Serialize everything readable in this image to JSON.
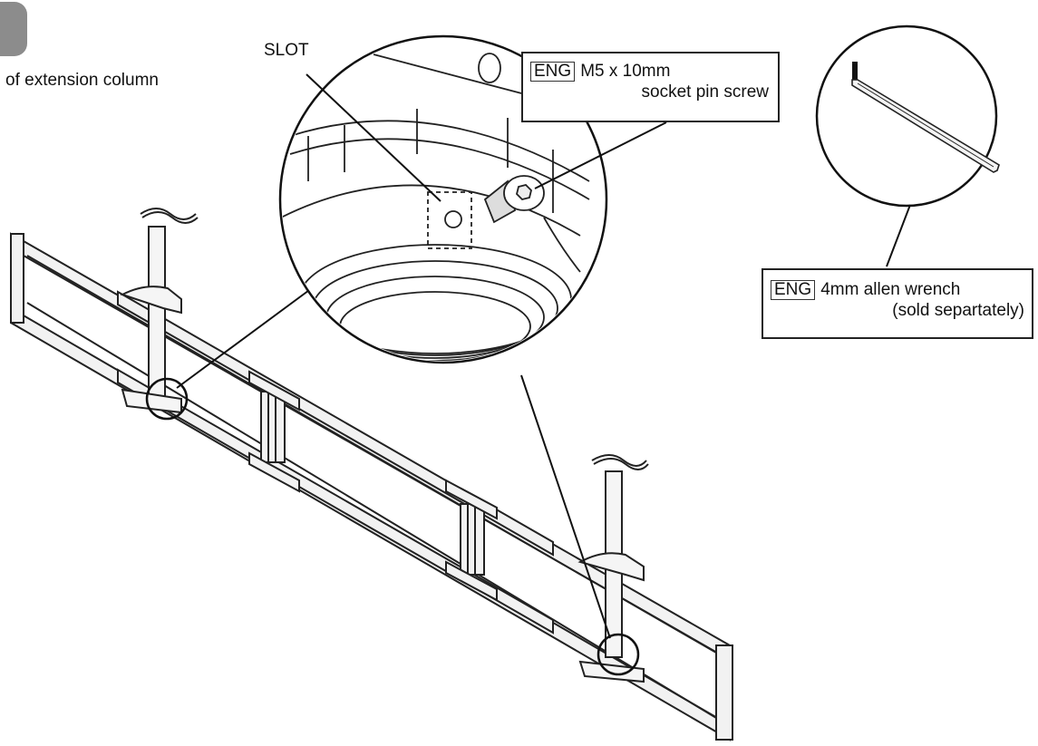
{
  "step_caption": "of extension column",
  "slot_label": "SLOT",
  "screw_callout": {
    "tag": "ENG",
    "line1": "M5 x 10mm",
    "line2": "socket pin screw"
  },
  "wrench_callout": {
    "tag": "ENG",
    "line1": "4mm allen wrench",
    "line2": "(sold separtately)"
  },
  "icons": [
    "step-badge-icon",
    "allen-wrench-icon",
    "socket-pin-screw-icon",
    "mounting-frame-icon",
    "extension-column-icon"
  ],
  "colors": {
    "line": "#222222",
    "frame_fill": "#f2f2f2",
    "badge": "#8c8c8c"
  }
}
